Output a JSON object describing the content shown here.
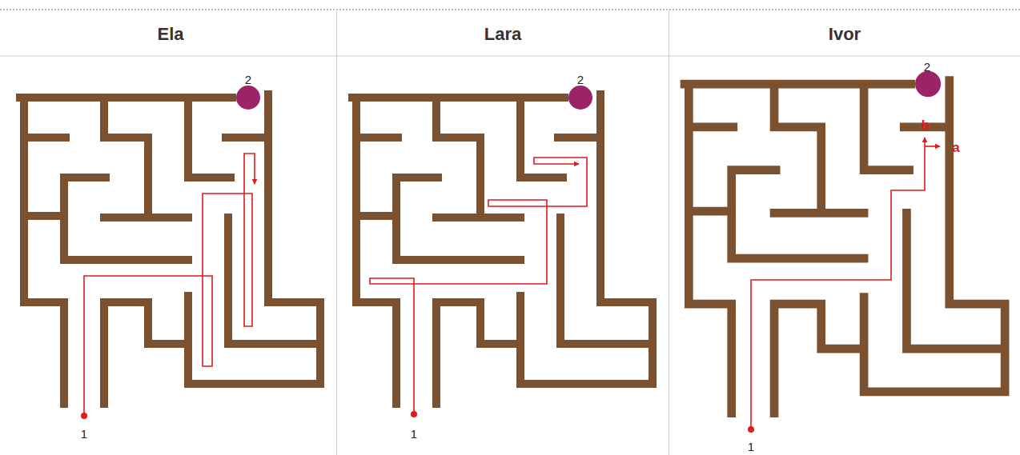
{
  "diagram": {
    "labels": [
      "Ela",
      "Lara",
      "Ivor",
      "2",
      "1",
      "2",
      "1",
      "2",
      "b",
      "a",
      "1"
    ]
  }
}
